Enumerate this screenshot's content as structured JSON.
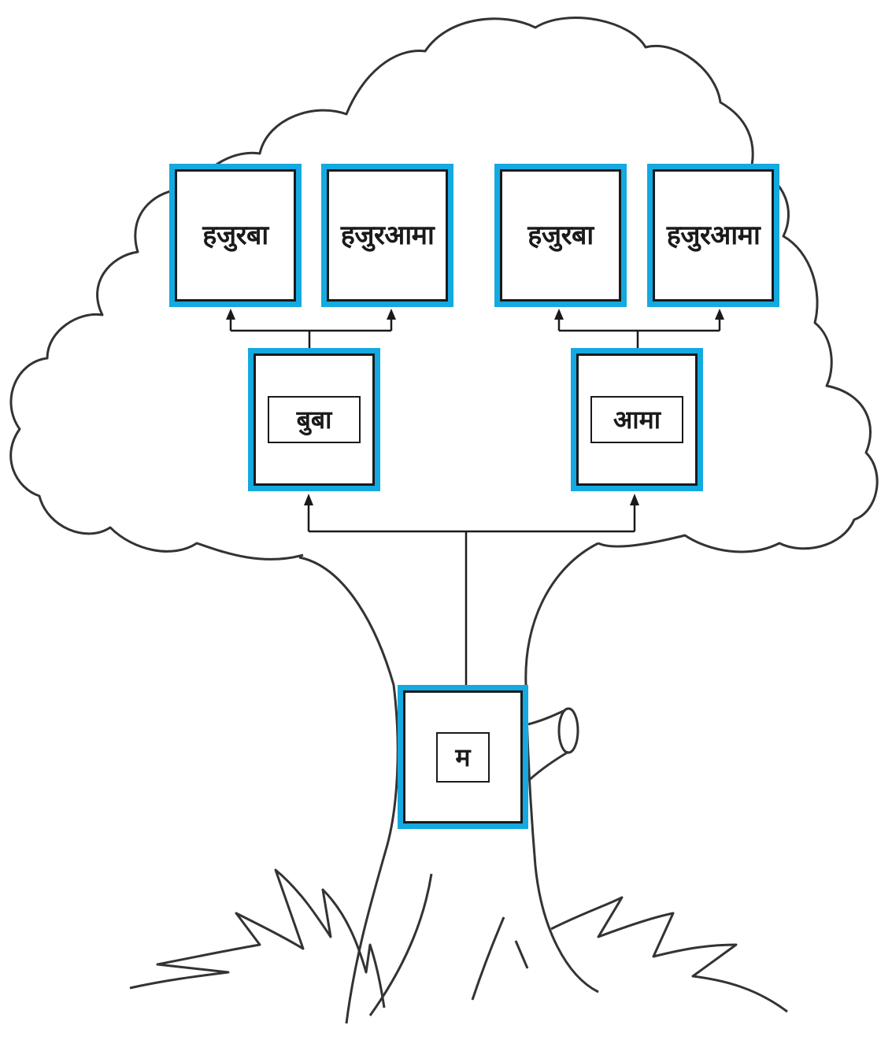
{
  "diagram": {
    "grandparents": [
      {
        "label": "हजुरबा"
      },
      {
        "label": "हजुरआमा"
      },
      {
        "label": "हजुरबा"
      },
      {
        "label": "हजुरआमा"
      }
    ],
    "parents": [
      {
        "label": "बुबा"
      },
      {
        "label": "आमा"
      }
    ],
    "self": {
      "label": "म"
    },
    "colors": {
      "box_border": "#14a9e1",
      "line": "#1a1a1a",
      "tree_outline": "#333333"
    }
  }
}
